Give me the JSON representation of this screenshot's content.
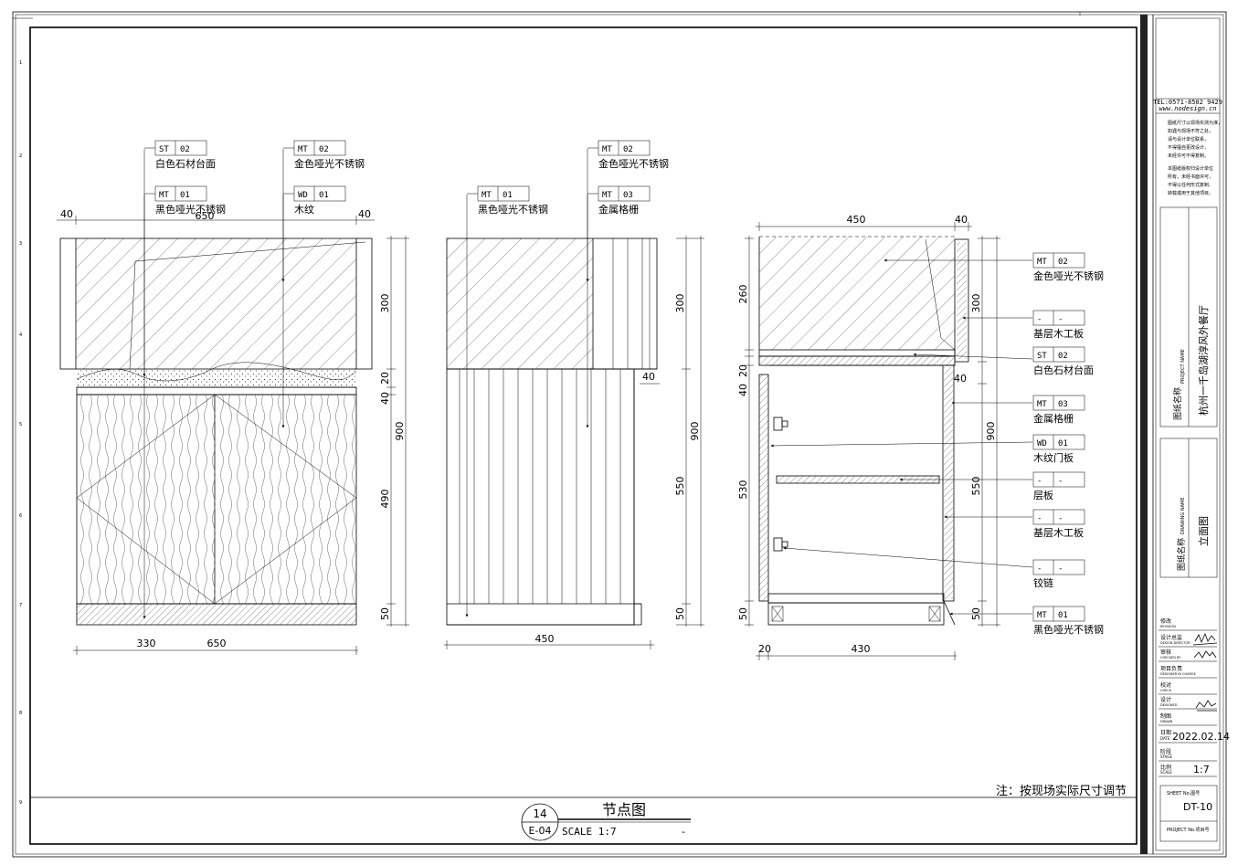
{
  "labels": {
    "front_tags": [
      {
        "code": "ST",
        "num": "02",
        "desc": "白色石材台面"
      },
      {
        "code": "MT",
        "num": "02",
        "desc": "金色哑光不锈钢"
      },
      {
        "code": "MT",
        "num": "01",
        "desc": "黑色哑光不锈钢"
      },
      {
        "code": "WD",
        "num": "01",
        "desc": "木纹"
      }
    ],
    "side_tags": [
      {
        "code": "MT",
        "num": "02",
        "desc": "金色哑光不锈钢"
      },
      {
        "code": "MT",
        "num": "01",
        "desc": "黑色哑光不锈钢"
      },
      {
        "code": "MT",
        "num": "03",
        "desc": "金属格栅"
      }
    ],
    "section_tags": [
      {
        "code": "MT",
        "num": "02",
        "desc": "金色哑光不锈钢"
      },
      {
        "code": "-",
        "num": "-",
        "desc": "基层木工板"
      },
      {
        "code": "ST",
        "num": "02",
        "desc": "白色石材台面"
      },
      {
        "code": "MT",
        "num": "03",
        "desc": "金属格栅"
      },
      {
        "code": "WD",
        "num": "01",
        "desc": "木纹门板"
      },
      {
        "code": "-",
        "num": "-",
        "desc": "层板"
      },
      {
        "code": "-",
        "num": "-",
        "desc": "基层木工板"
      },
      {
        "code": "-",
        "num": "-",
        "desc": "铰链"
      },
      {
        "code": "MT",
        "num": "01",
        "desc": "黑色哑光不锈钢"
      }
    ]
  },
  "dims": {
    "front_top_left": "40",
    "front_top_mid": "650",
    "front_top_right": "40",
    "front_r_300": "300",
    "front_r_20": "20",
    "front_r_40": "40",
    "front_r_900": "900",
    "front_r_490": "490",
    "front_r_50": "50",
    "front_bottom_330": "330",
    "front_bottom_650": "650",
    "side_r_300": "300",
    "side_r_40": "40",
    "side_r_900": "900",
    "side_r_550": "550",
    "side_r_50": "50",
    "side_bottom": "450",
    "sec_top_450": "450",
    "sec_top_40": "40",
    "sec_l_260": "260",
    "sec_l_20": "20",
    "sec_l_40": "40",
    "sec_l_530": "530",
    "sec_l_50": "50",
    "sec_r_300": "300",
    "sec_r_40": "40",
    "sec_r_900": "900",
    "sec_r_550": "550",
    "sec_r_50": "50",
    "sec_bottom_20": "20",
    "sec_bottom_430": "430"
  },
  "note": "注：按现场实际尺寸调节",
  "title_block": {
    "bubble_num": "14",
    "bubble_ref": "E-04",
    "title": "节点图",
    "scale": "SCALE 1:7",
    "dash": "-"
  },
  "side_panel": {
    "tel": "TEL:0571-8502 9429",
    "web": "www.nodesign.cn",
    "notes_1": [
      "图纸尺寸以现场实测为准，",
      "如遇与现场不符之处，",
      "请与设计单位联系，",
      "不得擅自更改设计，",
      "未经许可不得复制。"
    ],
    "notes_2": [
      "本图纸版权归设计单位",
      "所有，未经书面许可，",
      "不得以任何形式复制、",
      "转载或用于其他项目。"
    ],
    "project_label": "图纸名称",
    "project_label_en": "PROJECT NAME",
    "project_name": "杭州一千岛湖淳风外餐厅",
    "drawing_label": "图纸名称",
    "drawing_label_en": "DRAWING NAME",
    "drawing_name": "立面图",
    "rows": [
      {
        "cn": "修改",
        "en": "REVISION"
      },
      {
        "cn": "设计总监",
        "en": "DESIGN DIRECTOR"
      },
      {
        "cn": "审核",
        "en": "CHECKED BY"
      },
      {
        "cn": "项目负责",
        "en": "DESIGNER IN CHARGE"
      },
      {
        "cn": "校对",
        "en": "CHECK"
      },
      {
        "cn": "设计",
        "en": "DESIGNED"
      },
      {
        "cn": "制图",
        "en": "DRAWN"
      }
    ],
    "date_label": "日期",
    "date_label_en": "DATE",
    "date": "2022.02.14",
    "stage_label": "阶段",
    "stage_label_en": "STAGE",
    "scale_label": "比例",
    "scale_label_en": "SCALE",
    "scale": "1:7",
    "sheet_no_label": "SHEET No.图号",
    "sheet_no": "DT-10",
    "project_no_label": "PROJECT No.项目号"
  },
  "row_numbers": [
    "1",
    "2",
    "3",
    "4",
    "5",
    "6",
    "7",
    "8",
    "9"
  ],
  "colors": {
    "ink": "#000000",
    "paper": "#ffffff"
  }
}
